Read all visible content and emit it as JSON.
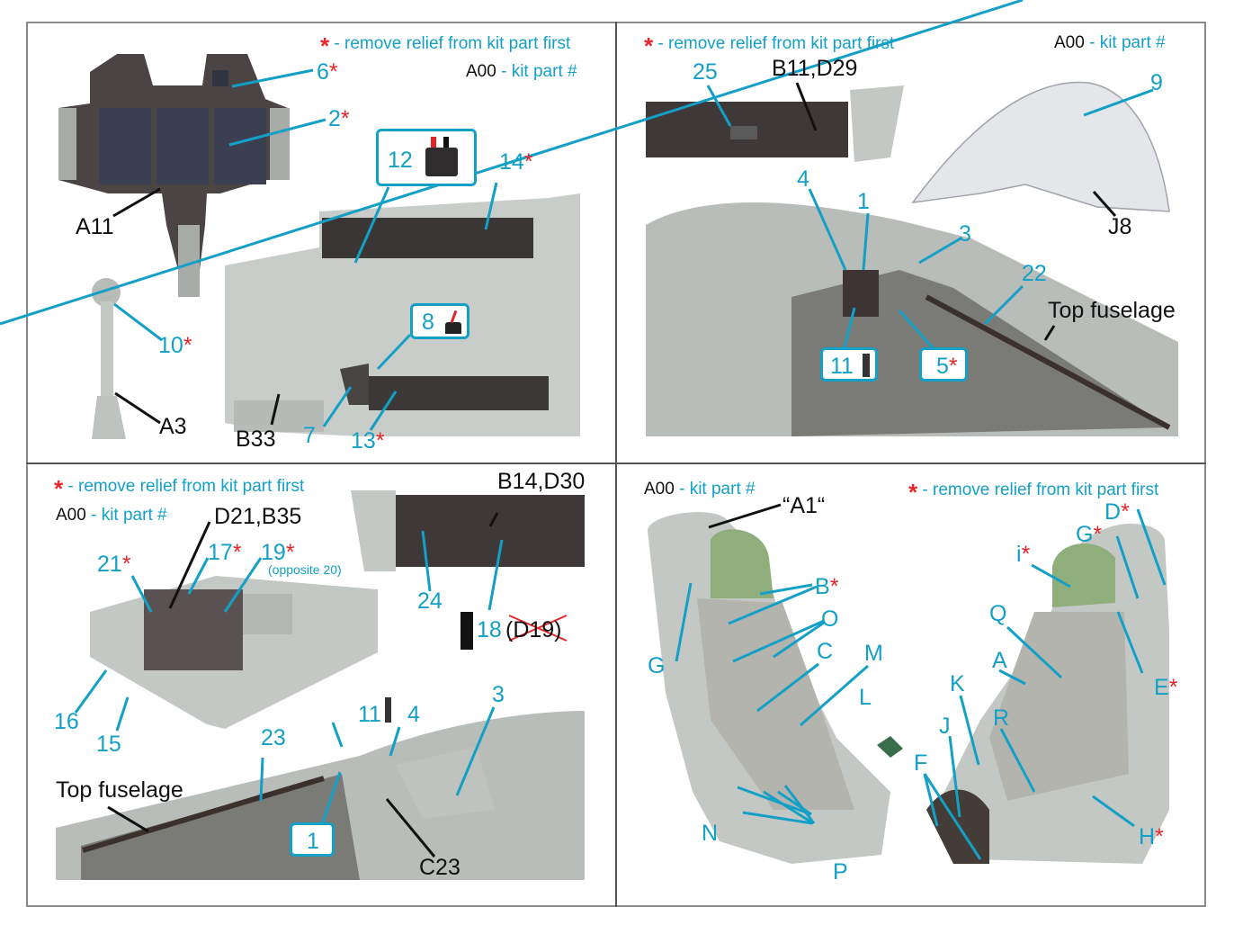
{
  "legend": {
    "asterisk": "*",
    "remove_relief": "- remove relief from kit part first",
    "kit_part_code": "A00",
    "kit_part_text": "- kit part #"
  },
  "panel1": {
    "labels": {
      "p6": "6",
      "p2": "2",
      "p12": "12",
      "p14": "14",
      "a11": "A11",
      "p10": "10",
      "a3": "A3",
      "b33": "B33",
      "p7": "7",
      "p13": "13",
      "p8": "8"
    }
  },
  "panel2": {
    "labels": {
      "p25": "25",
      "b11": "B11,D29",
      "p9": "9",
      "j8": "J8",
      "p4": "4",
      "p1": "1",
      "p3": "3",
      "p22": "22",
      "top": "Top fuselage",
      "p11": "11",
      "p5": "5"
    }
  },
  "panel3": {
    "labels": {
      "b14": "B14,D30",
      "d21": "D21,B35",
      "p21": "21",
      "p17": "17",
      "p19": "19",
      "opp": "(opposite 20)",
      "p24": "24",
      "p18": "18",
      "d19": "(D19)",
      "p16": "16",
      "p15": "15",
      "p11": "11",
      "p4": "4",
      "p3": "3",
      "p23": "23",
      "top": "Top fuselage",
      "p1": "1",
      "c23": "C23"
    }
  },
  "panel4": {
    "labels": {
      "a1": "“A1“",
      "b": "B",
      "g": "G",
      "o": "O",
      "c": "C",
      "m": "M",
      "l": "L",
      "n": "N",
      "p": "P",
      "d": "D",
      "g2": "G",
      "i": "i",
      "q": "Q",
      "e": "E",
      "a": "A",
      "k": "K",
      "r": "R",
      "j": "J",
      "f": "F",
      "h": "H"
    }
  },
  "colors": {
    "accent": "#14a0c6",
    "star": "#e8262a",
    "resin": "#c4c8c4",
    "panel": "#3b3535"
  }
}
